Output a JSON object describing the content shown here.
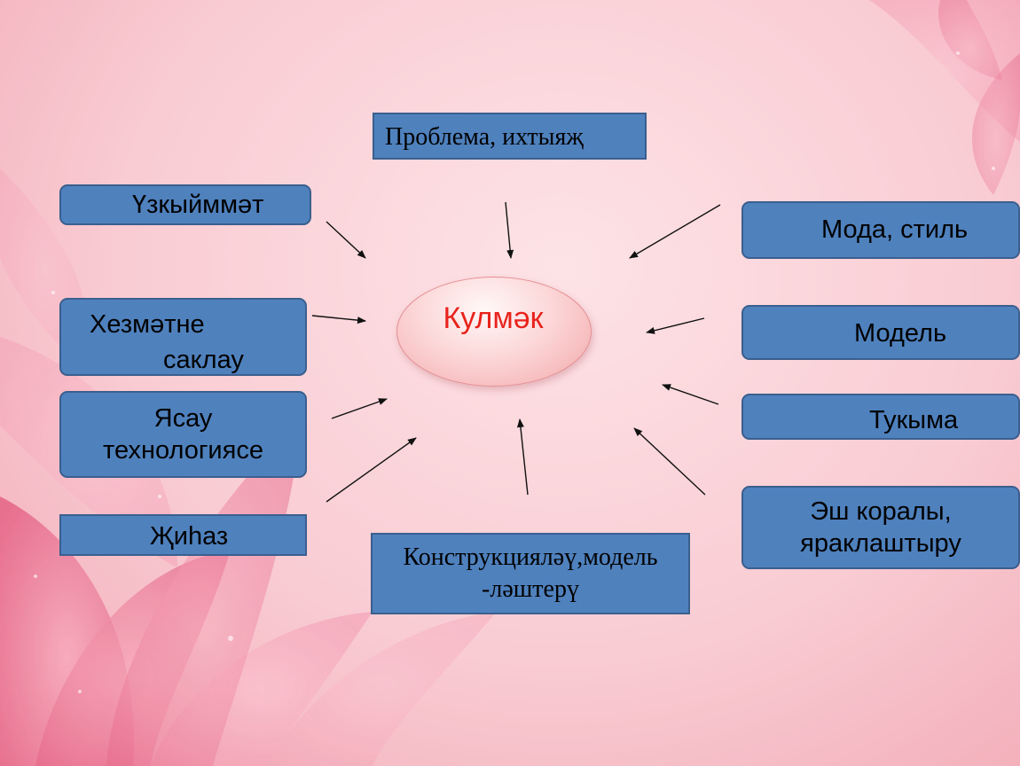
{
  "center": {
    "label": "Кулмәк"
  },
  "nodes": {
    "problem": "Проблема, ихтыяҗ",
    "function": "Үзкыйммәт",
    "care_line1": "Хезмәтне",
    "care_line2": "саклау",
    "tech_line1": "Ясау",
    "tech_line2": "технологиясе",
    "furniture": "Җиһаз",
    "construct_line1": "Конструкцияләү,модель",
    "construct_line2": "-ләштерү",
    "fashion": "Мода, стиль",
    "model": "Модель",
    "fabric": "Тукыма",
    "tools_line1": "Эш коралы,",
    "tools_line2": "яраклаштыру"
  },
  "colors": {
    "box_fill": "#4f81bd",
    "box_border": "#3a5f8e",
    "center_text": "#e8231c",
    "arrow": "#111111"
  }
}
